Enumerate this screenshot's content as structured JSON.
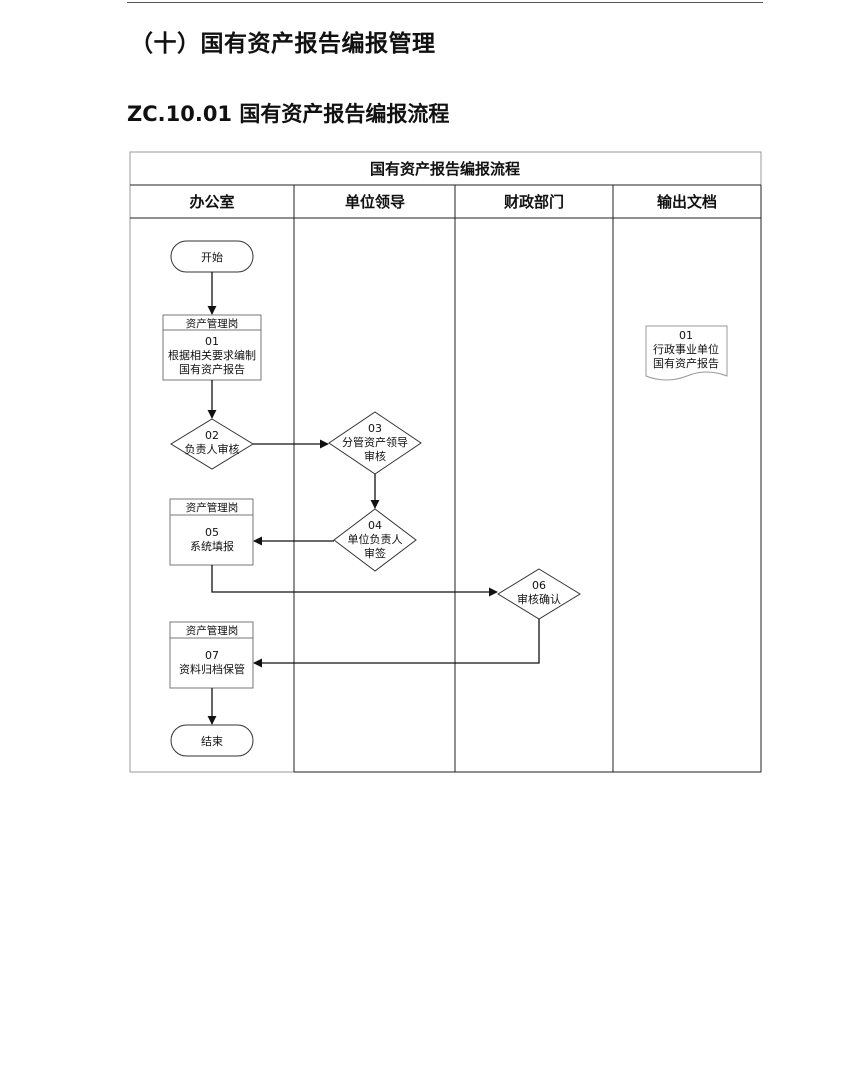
{
  "section_heading": "（十）国有资产报告编报管理",
  "process_heading": "ZC.10.01 国有资产报告编报流程",
  "flowchart": {
    "title": "国有资产报告编报流程",
    "lanes": [
      "办公室",
      "单位领导",
      "财政部门",
      "输出文档"
    ],
    "start_label": "开始",
    "end_label": "结束",
    "step01": {
      "role": "资产管理岗",
      "num": "01",
      "line1": "根据相关要求编制",
      "line2": "国有资产报告"
    },
    "step02": {
      "num": "02",
      "line1": "负责人审核"
    },
    "step03": {
      "num": "03",
      "line1": "分管资产领导",
      "line2": "审核"
    },
    "step04": {
      "num": "04",
      "line1": "单位负责人",
      "line2": "审签"
    },
    "step05": {
      "role": "资产管理岗",
      "num": "05",
      "line1": "系统填报"
    },
    "step06": {
      "num": "06",
      "line1": "审核确认"
    },
    "step07": {
      "role": "资产管理岗",
      "num": "07",
      "line1": "资料归档保管"
    },
    "doc01": {
      "num": "01",
      "line1": "行政事业单位",
      "line2": "国有资产报告"
    }
  }
}
